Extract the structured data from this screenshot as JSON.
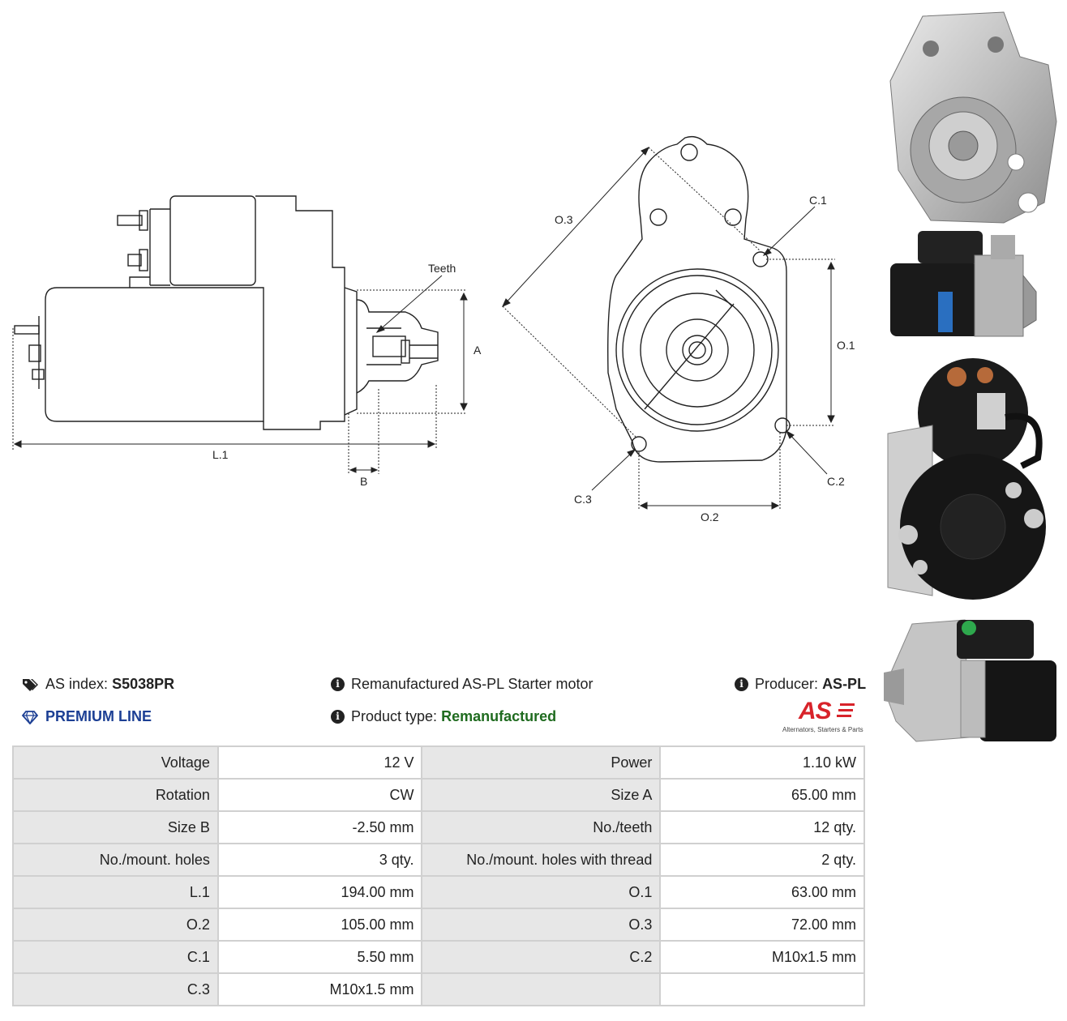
{
  "diagram": {
    "side_labels": {
      "teeth": "Teeth",
      "a": "A",
      "l1": "L.1",
      "b": "B"
    },
    "front_labels": {
      "o3": "O.3",
      "c1": "C.1",
      "o1": "O.1",
      "c2": "C.2",
      "c3": "C.3",
      "o2": "O.2"
    }
  },
  "header": {
    "as_index_label": "AS index:",
    "as_index_value": "S5038PR",
    "premium_line": "PREMIUM LINE",
    "description": "Remanufactured AS-PL Starter motor",
    "product_type_label": "Product type:",
    "product_type_value": "Remanufactured",
    "producer_label": "Producer:",
    "producer_value": "AS-PL",
    "logo_text": "AS",
    "logo_tagline": "Alternators, Starters & Parts"
  },
  "colors": {
    "logo_red": "#d8232a",
    "premium_blue": "#1c3f94",
    "type_green": "#1f6b1f"
  },
  "icons": [
    "tags-icon",
    "info-icon",
    "diamond-icon"
  ],
  "specs": [
    [
      {
        "label": "Voltage",
        "value": "12 V"
      },
      {
        "label": "Power",
        "value": "1.10 kW"
      }
    ],
    [
      {
        "label": "Rotation",
        "value": "CW"
      },
      {
        "label": "Size A",
        "value": "65.00 mm"
      }
    ],
    [
      {
        "label": "Size B",
        "value": "-2.50 mm"
      },
      {
        "label": "No./teeth",
        "value": "12 qty."
      }
    ],
    [
      {
        "label": "No./mount. holes",
        "value": "3 qty."
      },
      {
        "label": "No./mount. holes with thread",
        "value": "2 qty."
      }
    ],
    [
      {
        "label": "L.1",
        "value": "194.00 mm"
      },
      {
        "label": "O.1",
        "value": "63.00 mm"
      }
    ],
    [
      {
        "label": "O.2",
        "value": "105.00 mm"
      },
      {
        "label": "O.3",
        "value": "72.00 mm"
      }
    ],
    [
      {
        "label": "C.1",
        "value": "5.50 mm"
      },
      {
        "label": "C.2",
        "value": "M10x1.5 mm"
      }
    ],
    [
      {
        "label": "C.3",
        "value": "M10x1.5 mm"
      },
      {
        "label": "",
        "value": ""
      }
    ]
  ]
}
